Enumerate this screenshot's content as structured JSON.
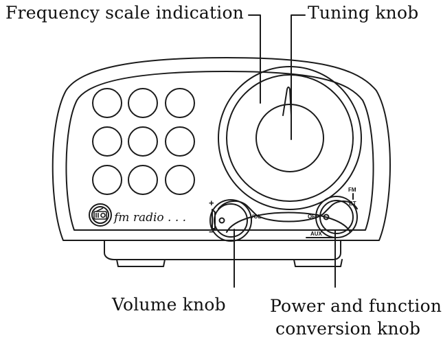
{
  "callouts": {
    "frequency_scale": "Frequency scale indication",
    "tuning_knob": "Tuning knob",
    "volume_knob": "Volume knob",
    "power_line1": "Power and function",
    "power_line2": "conversion knob"
  },
  "device": {
    "logo_text": "fm radio . . .",
    "logo_icon": "radio-icon",
    "vol_label": "VOL",
    "off_label": "OFF",
    "aux_label": "AUX",
    "fm_label": "FM",
    "bt_label": "BT",
    "plus_sign": "+",
    "minus_sign": "−"
  },
  "colors": {
    "line": "#1a1a1a",
    "background": "#ffffff"
  }
}
